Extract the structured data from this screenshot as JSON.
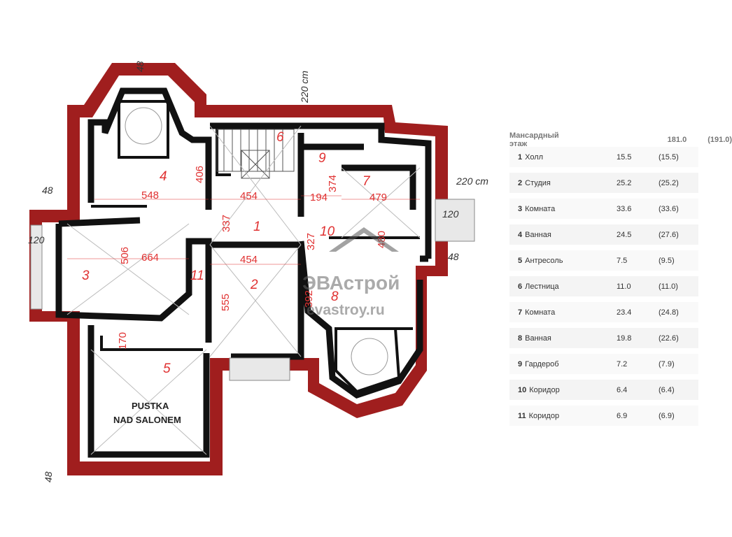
{
  "plan": {
    "room_numbers": [
      "1",
      "2",
      "3",
      "4",
      "5",
      "6",
      "7",
      "8",
      "9",
      "10",
      "11"
    ],
    "dims": {
      "d548": "548",
      "d406": "406",
      "d454a": "454",
      "d337": "337",
      "d454b": "454",
      "d506": "506",
      "d664": "664",
      "d555": "555",
      "d170": "170",
      "d194": "194",
      "d374": "374",
      "d479": "479",
      "d327": "327",
      "d480": "480",
      "d392": "392"
    },
    "outer_dims": {
      "top48": "48",
      "cm220_top": "220 cm",
      "cm220_right": "220 cm",
      "left48": "48",
      "left120": "120",
      "right120": "120",
      "right48": "48",
      "bottom48": "48"
    },
    "void_label_1": "PUSTKA",
    "void_label_2": "NAD SALONEM",
    "watermark_brand": "ЭВАстрой",
    "watermark_url": "evastroy.ru",
    "colors": {
      "roof": "#a01e1e",
      "wall": "#111111",
      "dim": "#e03131"
    }
  },
  "legend": {
    "title": "Мансардный этаж",
    "total_a": "181.0",
    "total_b": "(191.0)",
    "rooms": [
      {
        "num": "1",
        "name": "Холл",
        "a": "15.5",
        "b": "(15.5)"
      },
      {
        "num": "2",
        "name": "Студия",
        "a": "25.2",
        "b": "(25.2)"
      },
      {
        "num": "3",
        "name": "Комната",
        "a": "33.6",
        "b": "(33.6)"
      },
      {
        "num": "4",
        "name": "Ванная",
        "a": "24.5",
        "b": "(27.6)"
      },
      {
        "num": "5",
        "name": "Антресоль",
        "a": "7.5",
        "b": "(9.5)"
      },
      {
        "num": "6",
        "name": "Лестница",
        "a": "11.0",
        "b": "(11.0)"
      },
      {
        "num": "7",
        "name": "Комната",
        "a": "23.4",
        "b": "(24.8)"
      },
      {
        "num": "8",
        "name": "Ванная",
        "a": "19.8",
        "b": "(22.6)"
      },
      {
        "num": "9",
        "name": "Гардероб",
        "a": "7.2",
        "b": "(7.9)"
      },
      {
        "num": "10",
        "name": "Коридор",
        "a": "6.4",
        "b": "(6.4)"
      },
      {
        "num": "11",
        "name": "Коридор",
        "a": "6.9",
        "b": "(6.9)"
      }
    ]
  }
}
